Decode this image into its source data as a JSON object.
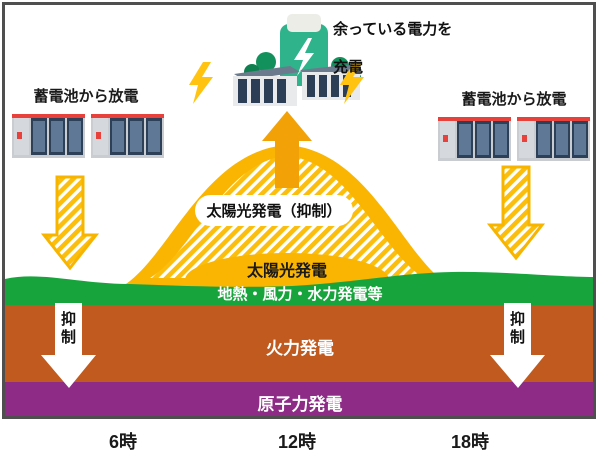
{
  "top": {
    "charge_note_line1": "余っている電力を",
    "charge_note_line2": "充電",
    "battery_station_icon": "battery-storage-station",
    "lightning_icon": "lightning-bolt"
  },
  "left_battery": {
    "label": "蓄電池から放電"
  },
  "right_battery": {
    "label": "蓄電池から放電"
  },
  "layers": {
    "solar_curtailed": {
      "label": "太陽光発電（抑制）",
      "style": "hatched-yellow"
    },
    "solar": {
      "label": "太陽光発電",
      "color": "#FAB503"
    },
    "geothermal_wind_hydro": {
      "label": "地熱・風力・水力発電等",
      "color": "#18A43C"
    },
    "thermal": {
      "label": "火力発電",
      "color": "#C05A1E"
    },
    "nuclear": {
      "label": "原子力発電",
      "color": "#8D2B86"
    }
  },
  "curtailment": {
    "left": "抑制",
    "right": "抑制"
  },
  "x_axis": {
    "ticks": [
      "6時",
      "12時",
      "18時"
    ]
  },
  "colors": {
    "solar_yellow": "#FAB503",
    "hatch_yellow": "#FBBE0C",
    "arrow_orange": "#F2A206",
    "renewables_green": "#18A43C",
    "thermal_orange": "#C05A1E",
    "nuclear_purple": "#8D2B86",
    "battery_navy": "#2E4057",
    "battery_red": "#E8403B",
    "frame_gray": "#4F4F4F",
    "station_green": "#2EB38B",
    "bolt_yellow": "#FFC310"
  }
}
